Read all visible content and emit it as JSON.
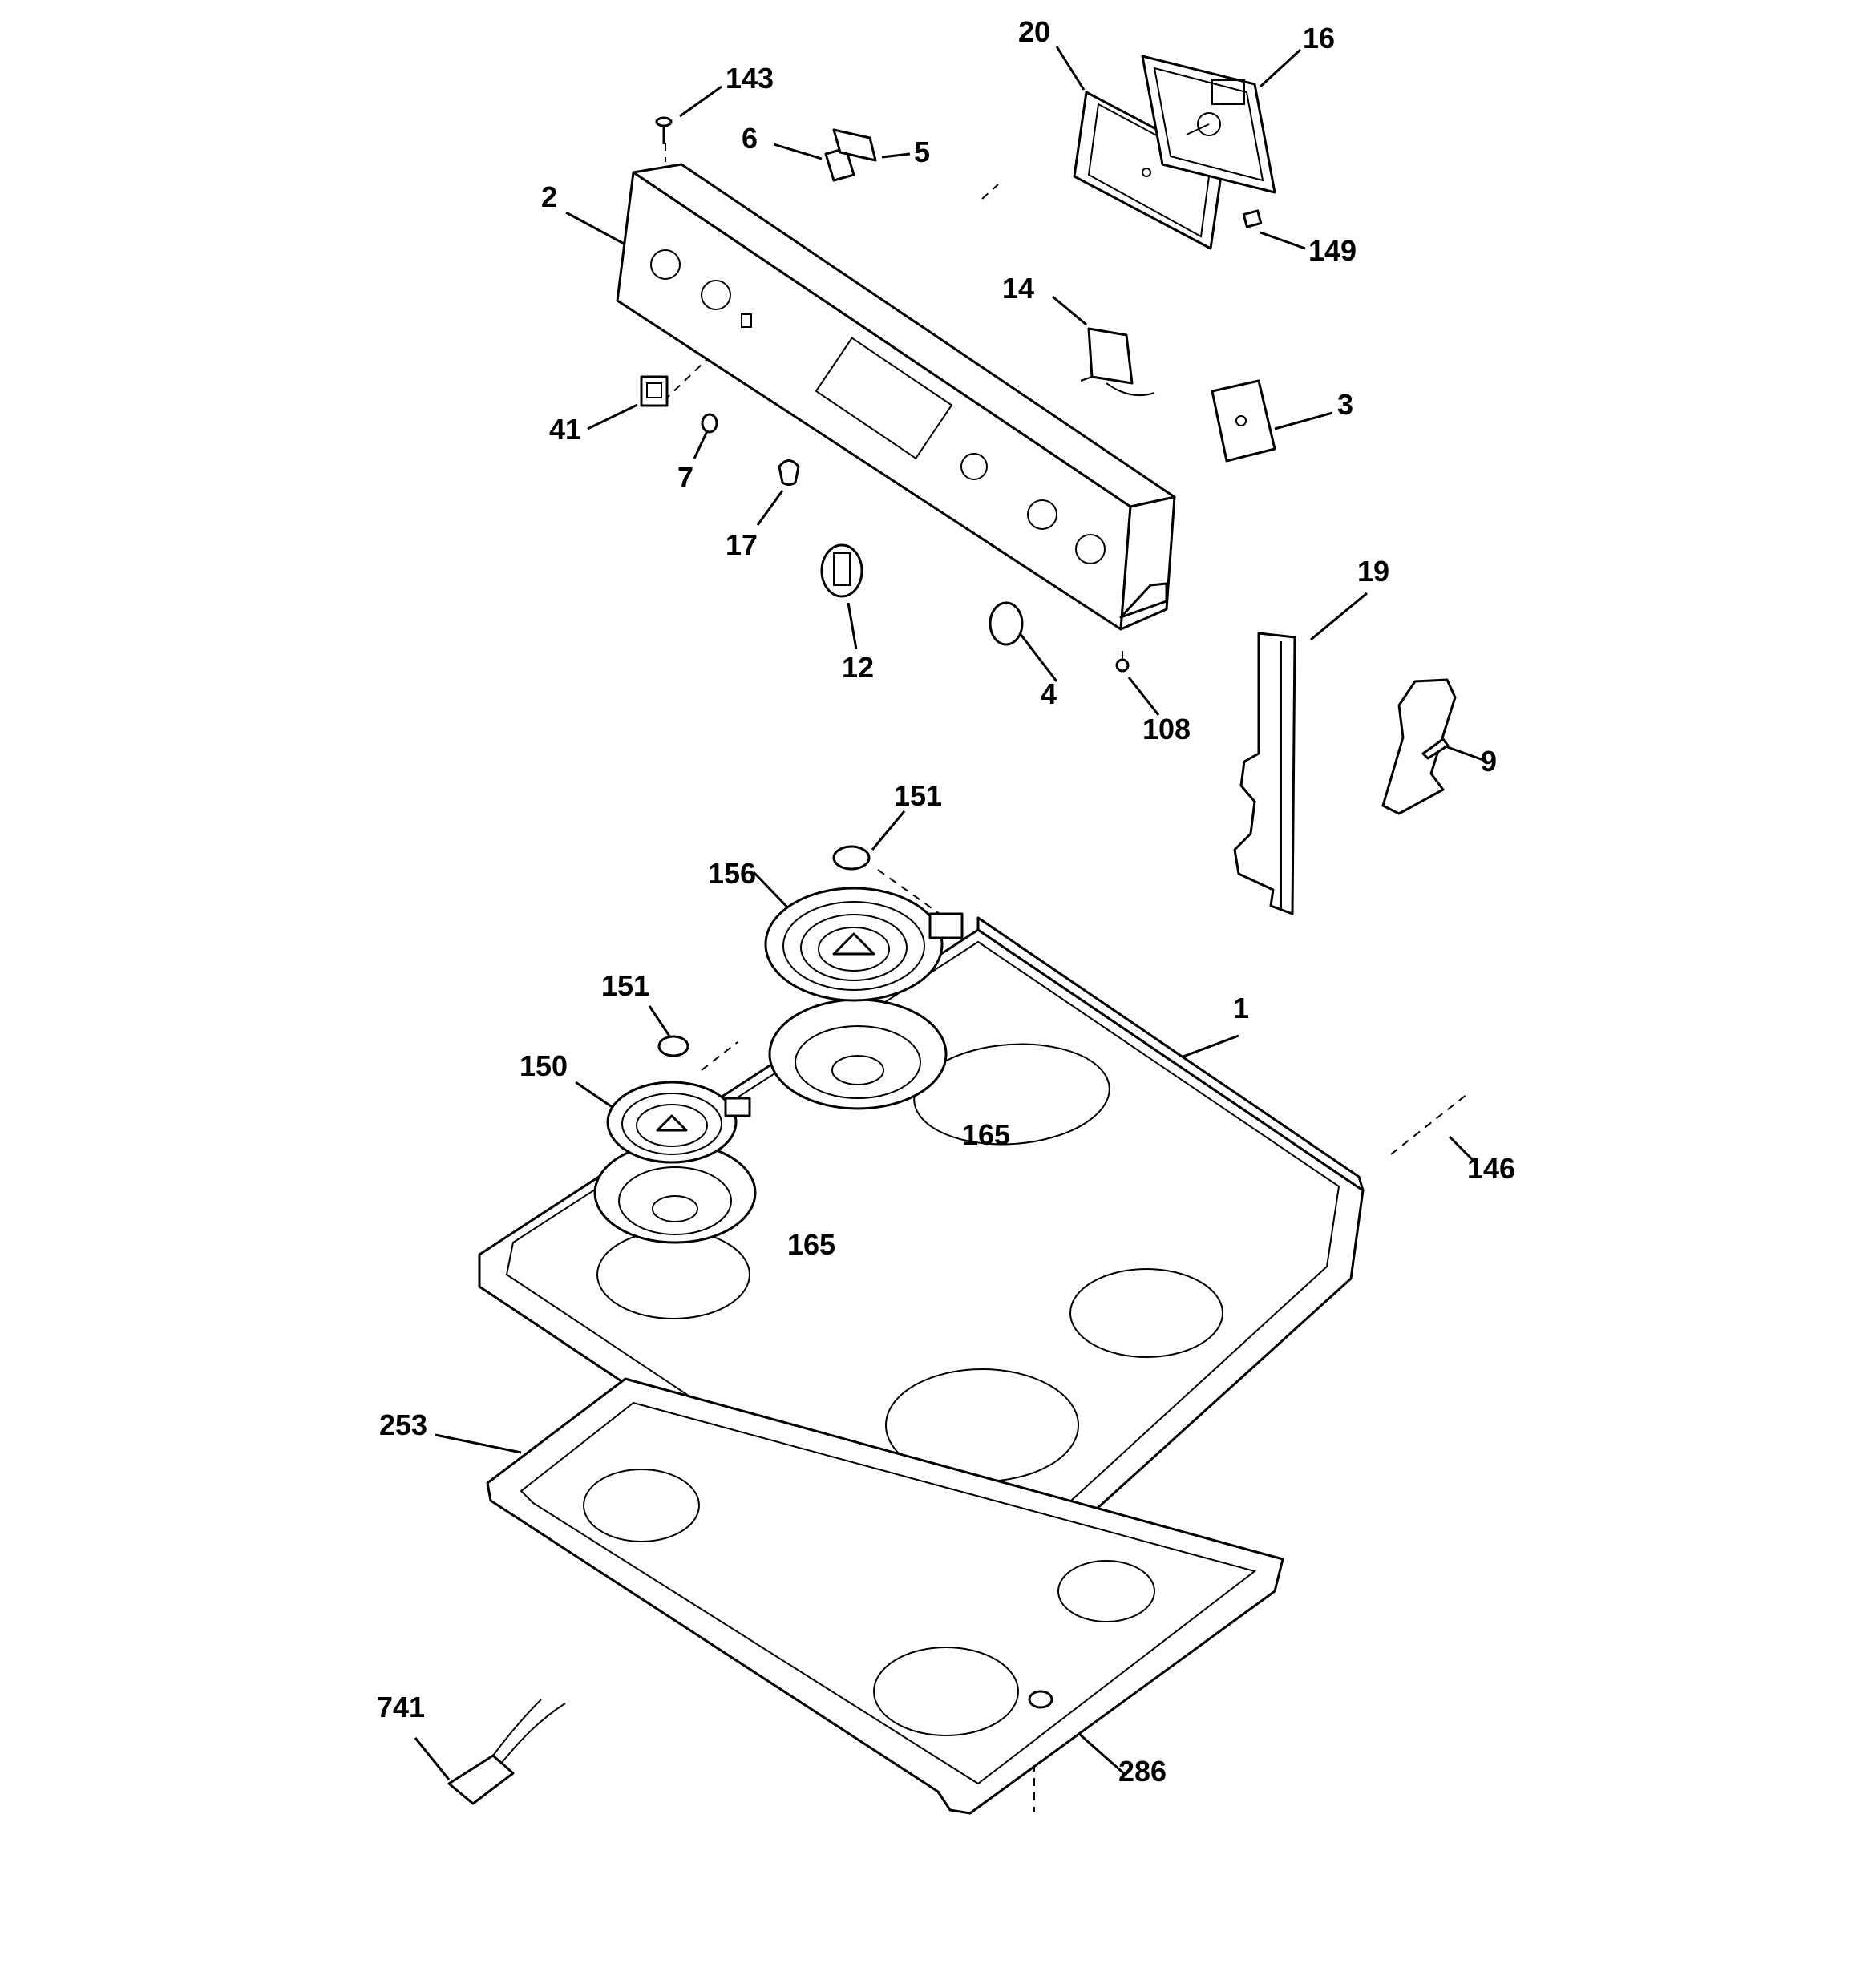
{
  "diagram": {
    "callouts": [
      {
        "id": "c20",
        "text": "20"
      },
      {
        "id": "c16",
        "text": "16"
      },
      {
        "id": "c143",
        "text": "143"
      },
      {
        "id": "c6",
        "text": "6"
      },
      {
        "id": "c5",
        "text": "5"
      },
      {
        "id": "c2",
        "text": "2"
      },
      {
        "id": "c149",
        "text": "149"
      },
      {
        "id": "c14",
        "text": "14"
      },
      {
        "id": "c3",
        "text": "3"
      },
      {
        "id": "c41",
        "text": "41"
      },
      {
        "id": "c7",
        "text": "7"
      },
      {
        "id": "c17",
        "text": "17"
      },
      {
        "id": "c12",
        "text": "12"
      },
      {
        "id": "c4",
        "text": "4"
      },
      {
        "id": "c108",
        "text": "108"
      },
      {
        "id": "c19",
        "text": "19"
      },
      {
        "id": "c9",
        "text": "9"
      },
      {
        "id": "c151a",
        "text": "151"
      },
      {
        "id": "c156",
        "text": "156"
      },
      {
        "id": "c151b",
        "text": "151"
      },
      {
        "id": "c1",
        "text": "1"
      },
      {
        "id": "c150",
        "text": "150"
      },
      {
        "id": "c165a",
        "text": "165"
      },
      {
        "id": "c146",
        "text": "146"
      },
      {
        "id": "c165b",
        "text": "165"
      },
      {
        "id": "c253",
        "text": "253"
      },
      {
        "id": "c741",
        "text": "741"
      },
      {
        "id": "c286",
        "text": "286"
      }
    ]
  }
}
